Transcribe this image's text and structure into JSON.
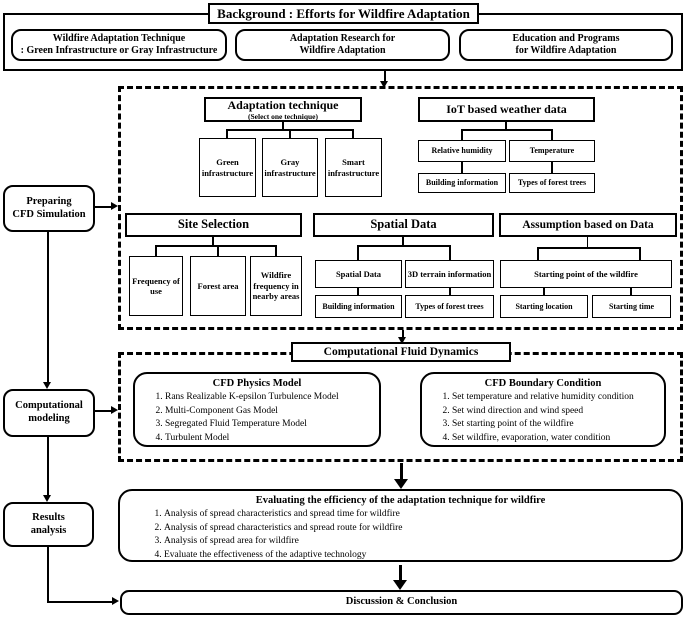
{
  "figure_title": "Background : Efforts for Wildfire Adaptation",
  "background": {
    "boxes": [
      {
        "line1": "Wildfire Adaptation Technique",
        "line2": ": Green Infrastructure or Gray Infrastructure"
      },
      {
        "line1": "Adaptation Research for",
        "line2": "Wildfire Adaptation"
      },
      {
        "line1": "Education and Programs",
        "line2": "for Wildfire Adaptation"
      }
    ]
  },
  "stages": [
    {
      "line1": "Preparing",
      "line2": "CFD Simulation"
    },
    {
      "line1": "Computational",
      "line2": "modeling"
    },
    {
      "line1": "Results",
      "line2": "analysis"
    }
  ],
  "prep": {
    "adaptation": {
      "title": "Adaptation technique",
      "subtitle": "(Select one technique)",
      "children": [
        "Green infrastructure",
        "Gray infrastructure",
        "Smart infrastructure"
      ]
    },
    "iot": {
      "title": "IoT based weather data",
      "row1": [
        "Relative humidity",
        "Temperature"
      ],
      "row2": [
        "Building information",
        "Types of forest trees"
      ]
    },
    "site": {
      "title": "Site Selection",
      "children": [
        "Frequency of use",
        "Forest area",
        "Wildfire frequency in nearby areas"
      ]
    },
    "spatial": {
      "title": "Spatial Data",
      "row1": [
        "Spatial Data",
        "3D terrain information"
      ],
      "row2": [
        "Building information",
        "Types of forest trees"
      ]
    },
    "assumption": {
      "title": "Assumption based on Data",
      "mid": "Starting point of the wildfire",
      "row2": [
        "Starting location",
        "Starting time"
      ]
    }
  },
  "cfd": {
    "title": "Computational Fluid Dynamics",
    "physics": {
      "title": "CFD Physics Model",
      "items": [
        "Rans Realizable K-epsilon Turbulence Model",
        "Multi-Component Gas Model",
        "Segregated Fluid Temperature Model",
        "Turbulent Model"
      ]
    },
    "boundary": {
      "title": "CFD Boundary Condition",
      "items": [
        "Set temperature and relative humidity condition",
        "Set wind direction and wind speed",
        "Set starting point of the wildfire",
        "Set wildfire, evaporation, water condition"
      ]
    }
  },
  "evaluation": {
    "title": "Evaluating the efficiency of the adaptation technique for wildfire",
    "items": [
      "Analysis of spread characteristics and spread time for wildfire",
      "Analysis of spread characteristics and spread route for wildfire",
      "Analysis of spread area for wildfire",
      "Evaluate the effectiveness of the adaptive technology"
    ]
  },
  "conclusion": {
    "title": "Discussion & Conclusion"
  },
  "colors": {
    "ink": "#000000",
    "background": "#ffffff"
  }
}
